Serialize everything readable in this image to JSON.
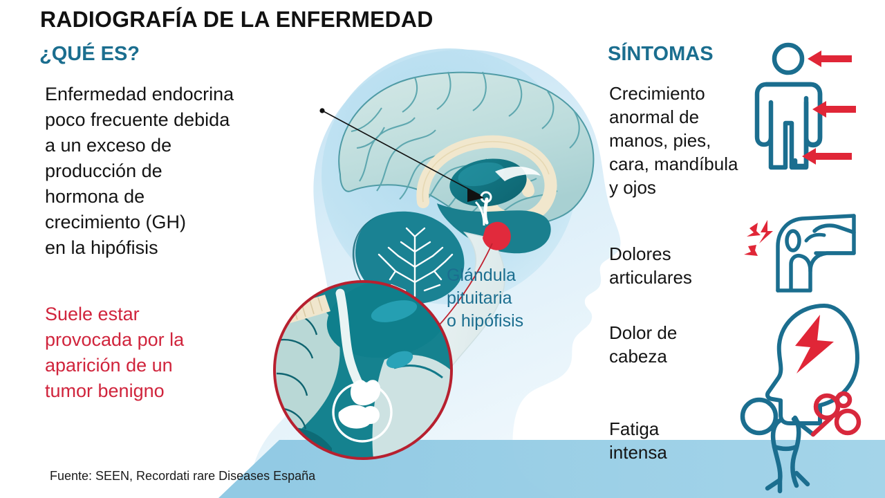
{
  "title": "RADIOGRAFÍA DE LA ENFERMEDAD",
  "sections": {
    "what_is": {
      "heading": "¿QUÉ ES?",
      "body_lines": [
        "Enfermedad endocrina",
        "poco frecuente debida",
        "a un exceso de",
        "producción de",
        "hormona de",
        "crecimiento (GH)",
        "en la hipófisis"
      ],
      "cause_lines": [
        "Suele estar",
        "provocada por la",
        "aparición de un",
        "tumor benigno"
      ]
    },
    "symptoms": {
      "heading": "SÍNTOMAS",
      "items": [
        {
          "lines": [
            "Crecimiento",
            "anormal de",
            "manos, pies,",
            "cara, mandíbula",
            "y ojos"
          ],
          "icon": "standing-person-with-arrows-icon"
        },
        {
          "lines": [
            "Dolores",
            "articulares"
          ],
          "icon": "joint-pain-icon"
        },
        {
          "lines": [
            "Dolor de",
            "cabeza"
          ],
          "icon": "headache-head-lightning-icon"
        },
        {
          "lines": [
            "Fatiga",
            "intensa"
          ],
          "icon": "fatigued-person-weight-icon"
        }
      ]
    }
  },
  "diagram": {
    "gland_label_lines": [
      "Glándula",
      "pituitaria",
      "o hipófisis"
    ],
    "callout_note": "magnified-pituitary-inset"
  },
  "source": "Fuente: SEEN, Recordati rare Diseases España",
  "colors": {
    "teal": "#1b6e8f",
    "dark_teal": "#0f7b8a",
    "red": "#d0243c",
    "crimson": "#b7202f",
    "light_blue_head": "#cfe8f4",
    "mid_blue_band": "#8fc8e2",
    "brain_pale": "#bfdfe0",
    "black": "#111111"
  }
}
